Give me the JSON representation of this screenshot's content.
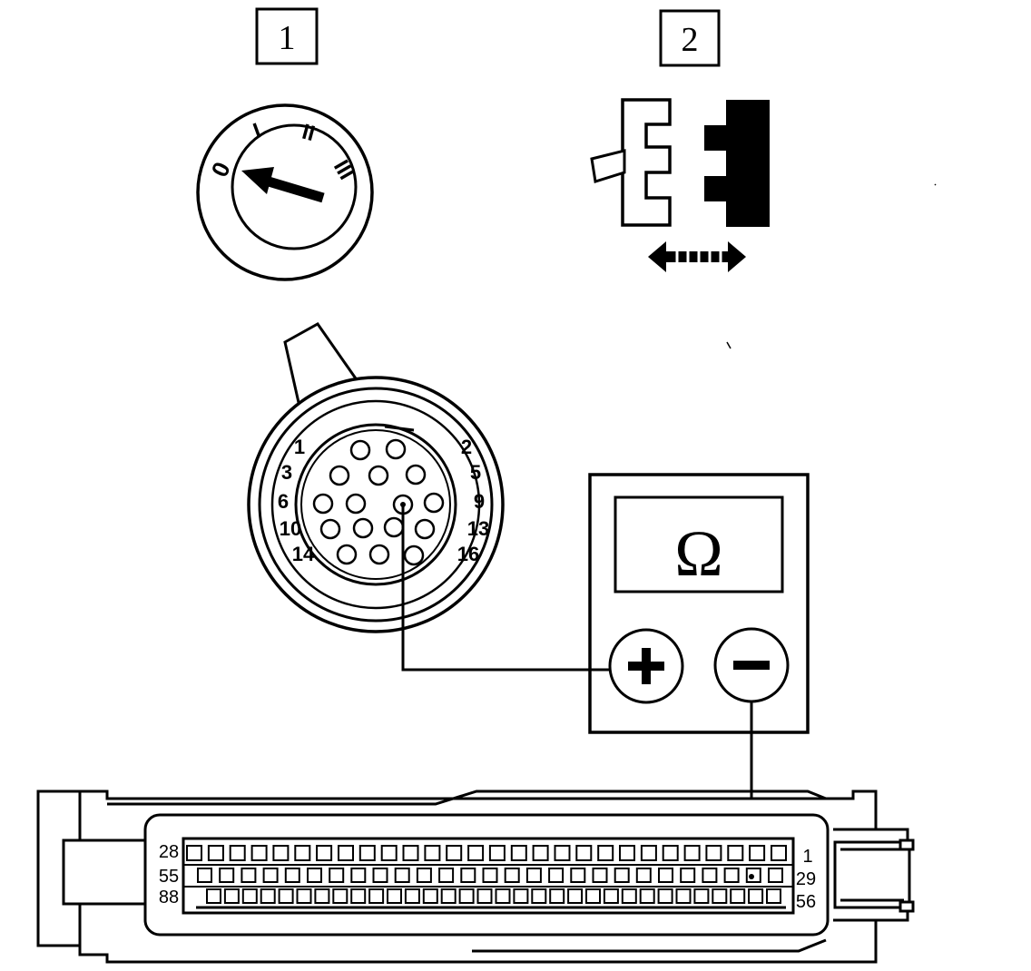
{
  "step_labels": [
    "1",
    "2"
  ],
  "ignition_positions": [
    "0",
    "I",
    "II",
    "III"
  ],
  "round_connector": {
    "pin_labels": [
      "1",
      "2",
      "3",
      "5",
      "6",
      "9",
      "10",
      "13",
      "14",
      "16"
    ]
  },
  "ohmmeter": {
    "display_symbol": "Ω",
    "plus_symbol": "+",
    "minus_symbol": "−"
  },
  "ecu_connector": {
    "row_labels_left": [
      "28",
      "55",
      "88"
    ],
    "row_labels_right": [
      "1",
      "29",
      "56"
    ],
    "row_pin_counts": [
      28,
      27,
      32
    ]
  },
  "colors": {
    "line": "#000000",
    "background": "#ffffff"
  }
}
